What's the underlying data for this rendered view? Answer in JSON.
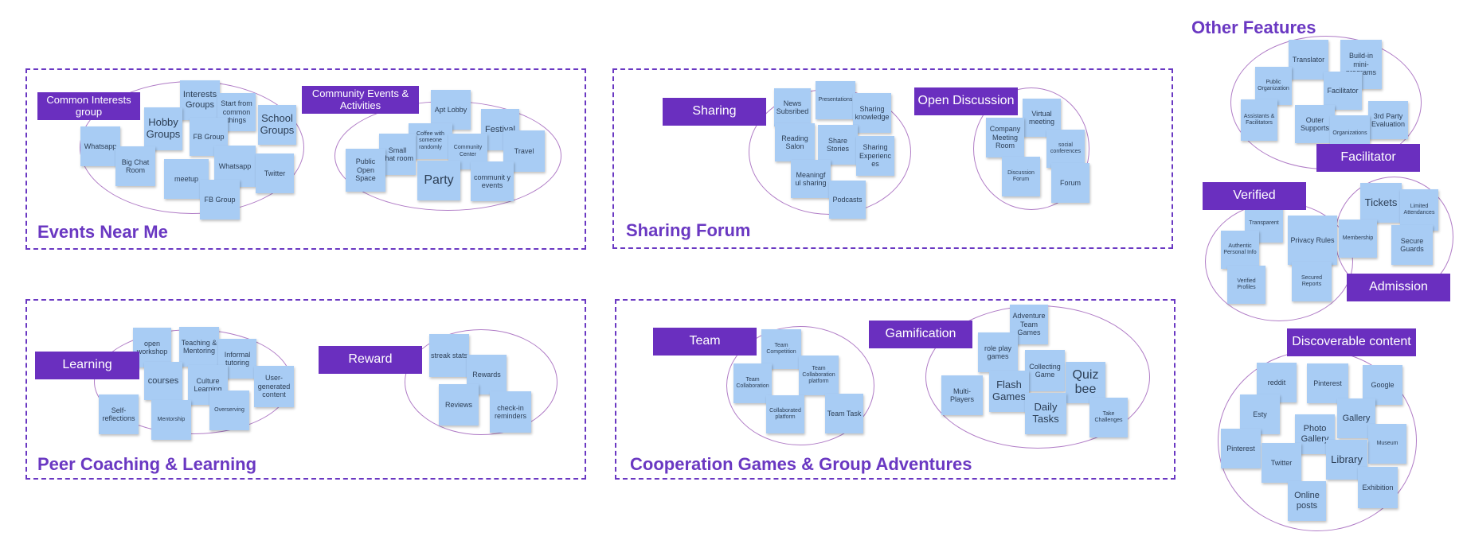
{
  "sections": {
    "events_near_me": "Events Near Me",
    "sharing_forum": "Sharing Forum",
    "peer_coaching": "Peer Coaching & Learning",
    "coop_games": "Cooperation Games & Group Adventures",
    "other_features": "Other Features"
  },
  "labels": {
    "common_interests": "Common Interests group",
    "community_events": "Community Events & Activities",
    "sharing": "Sharing",
    "open_discussion": "Open Discussion",
    "learning": "Learning",
    "reward": "Reward",
    "team": "Team",
    "gamification": "Gamification",
    "facilitator": "Facilitator",
    "verified": "Verified",
    "admission": "Admission",
    "discoverable": "Discoverable content"
  },
  "notes": {
    "common_interests": [
      "Interests Groups",
      "Start from common things",
      "Hobby Groups",
      "School Groups",
      "FB Group",
      "Whatsapp",
      "Big Chat Room",
      "Whatsapp",
      "meetup",
      "Twitter",
      "FB Group"
    ],
    "community_events": [
      "Apt Lobby",
      "Festival",
      "Coffee with someone randomly",
      "Small chat room",
      "Community Center",
      "Travel",
      "Public Open Space",
      "Party",
      "communit y events"
    ],
    "sharing": [
      "News Subsribed",
      "Presentations",
      "Sharing knowledge",
      "Reading Salon",
      "Share Stories",
      "Sharing Experienc es",
      "Meaningf ul sharing",
      "Podcasts"
    ],
    "open_discussion": [
      "Virtual meeting",
      "Company Meeting Room",
      "social conferences",
      "Discussion Forum",
      "Forum"
    ],
    "learning": [
      "open workshop",
      "Teaching & Mentoring",
      "Informal tutoring",
      "courses",
      "Culture Learning",
      "User-generated content",
      "Self-reflections",
      "Mentorship",
      "Overserving"
    ],
    "reward": [
      "streak stats",
      "Rewards",
      "Reviews",
      "check-in reminders"
    ],
    "team": [
      "Team Competition",
      "Team Collaboration",
      "Team Collaboration platform",
      "Collaborated platform",
      "Team Task"
    ],
    "gamification": [
      "Adventure Team Games",
      "role play games",
      "Collecting Game",
      "Quiz bee",
      "Multi-Players",
      "Flash Games",
      "Daily Tasks",
      "Take Challenges"
    ],
    "facilitator": [
      "Translator",
      "Build-in mini-programs",
      "Public Organization",
      "Facilitator",
      "Assistants & Facilitators",
      "Outer Supports",
      "3rd Party Evaluation",
      "Organizations"
    ],
    "verified": [
      "Transparent",
      "Privacy Rules",
      "Authentic Personal Info",
      "Verified Profiles",
      "Secured Reports"
    ],
    "admission": [
      "Tickets",
      "Limited Attendances",
      "Membership",
      "Secure Guards"
    ],
    "discoverable": [
      "reddit",
      "Pinterest",
      "Google",
      "Esty",
      "Photo Gallery",
      "Gallery",
      "Museum",
      "Pinterest",
      "Twitter",
      "Library",
      "Exhibition",
      "Online posts"
    ]
  }
}
